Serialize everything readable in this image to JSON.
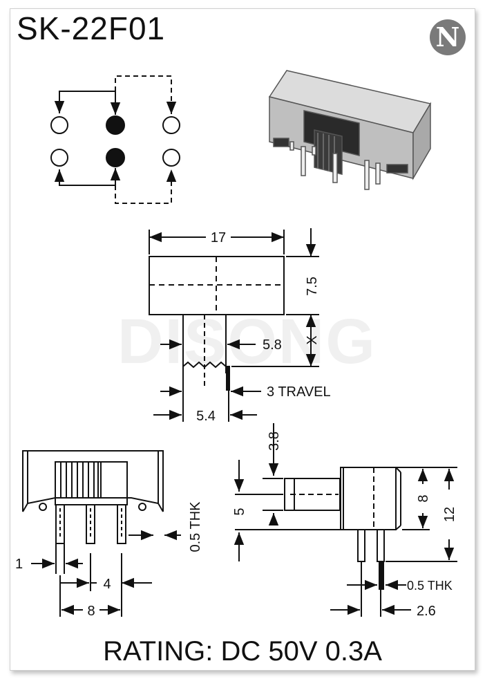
{
  "title": "SK-22F01",
  "logo_letter": "N",
  "watermark": "DISONG",
  "rating": "RATING: DC 50V 0.3A",
  "dimensions": {
    "width_17": "17",
    "height_7_5": "7.5",
    "actuator_5_8": "5.8",
    "actuator_x": "X",
    "travel": "3 TRAVEL",
    "actuator_5_4": "5.4",
    "pin_1": "1",
    "pitch_4": "4",
    "span_8": "8",
    "thk_left": "0.5 THK",
    "side_3_8": "3.8",
    "side_5": "5",
    "side_8": "8",
    "side_12": "12",
    "thk_right": "0.5 THK",
    "side_2_6": "2.6"
  },
  "colors": {
    "line": "#111111",
    "watermark": "#f0f0f0",
    "logo": "#7a7a7a"
  },
  "icons": [
    "circle-n-logo-icon",
    "switch-product-photo"
  ]
}
